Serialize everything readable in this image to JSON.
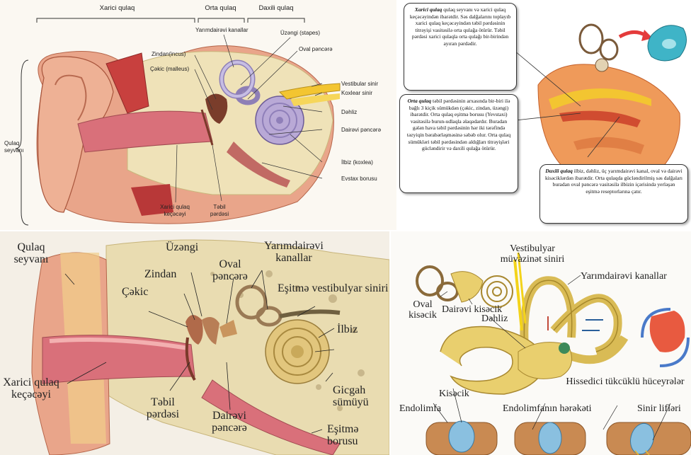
{
  "top_left": {
    "sections": {
      "outer": "Xarici qulaq",
      "middle": "Orta qulaq",
      "inner": "Daxili qulaq"
    },
    "labels": {
      "auricle": "Qulaq seyvanı",
      "semicircular": "Yarımdairəvi kanallar",
      "stapes": "Üzəngi (stapes)",
      "incus": "Zindan(incus)",
      "malleus": "Çəkic (malleus)",
      "oval_window": "Oval pəncərə",
      "vestibular_nerve": "Vestibular sinir",
      "cochlear_nerve": "Koxlear sinir",
      "vestibule": "Dəhliz",
      "round_window": "Dairəvi pəncərə",
      "cochlea": "İlbiz (koxlea)",
      "eustachian": "Evstax borusu",
      "ear_canal": "Xarici qulaq keçəcəyi",
      "eardrum": "Təbil pərdəsi"
    }
  },
  "top_right": {
    "outer_title": "Xarici qulaq",
    "outer_text": "qulaq seyvanı və xarici qulaq keçəcəyindən ibarətdir. Səs dalğalarını toplayıb xarici qulaq keçəcəyindən təbil pərdəsinin titrəyişi vasitəsilə orta qulağa ötürür. Təbil pərdəsi xarici qulaqla orta qulağı bir-birindən ayıran pərdədir.",
    "middle_title": "Orta qulaq",
    "middle_text": "təbil pərdəsinin arxasında bir-biri ilə bağlı 3 kiçik sümükdən (çəkic, zindan, üzəngi) ibarətdir. Orta qulaq eşitmə borusu (Yevstaxi) vasitəsilə burun-udlaqla əlaqədardır. Buradan gələn hava təbil pərdəsinin hər iki tərəfində təzyiqin bərabərləşməsinə səbəb olur. Orta qulaq sümükləri təbil pərdəsindən aldığları titrəyişləri gücləndirir və daxili qulağa ötürür.",
    "inner_title": "Daxili qulaq",
    "inner_text": "ilbiz, dəhliz, üç yarımdairəvi kanal, oval və dairəvi kisəciklərdən ibarətdir. Orta qulaqda gücləndirilmiş səs dalğaları buradan oval pəncərə vasitəsilə ilbizin içərisində yerləşən eşitmə reseptorlarına çatır."
  },
  "bottom_left": {
    "labels": {
      "auricle": "Qulaq seyvanı",
      "stapes": "Üzəngi",
      "incus": "Zindan",
      "malleus": "Çəkic",
      "oval_window": "Oval pəncərə",
      "semicircular": "Yarımdairəvi kanallar",
      "vestibular_nerve": "Eşitmə vestibulyar siniri",
      "cochlea": "İlbiz",
      "ear_canal": "Xarici qulaq keçəcəyi",
      "eardrum": "Təbil pərdəsi",
      "round_window": "Dairəvi pəncərə",
      "temporal_bone": "Gicgah sümüyü",
      "eustachian": "Eşitmə borusu"
    }
  },
  "bottom_right": {
    "labels": {
      "vestibular_nerve": "Vestibulyar müvazinət siniri",
      "semicircular": "Yarımdairəvi kanallar",
      "oval_sac": "Oval kisəcik",
      "round_sac": "Dairəvi kisəcik",
      "vestibule": "Dəhliz",
      "hair_cells": "Hissedici tükcüklü hüceyrələr",
      "cupula": "Kisəcik",
      "endolymph": "Endolimfa",
      "endolymph_motion": "Endolimfanın hərəkəti",
      "nerve_fibers": "Sinir lifləri"
    }
  },
  "colors": {
    "skin": "#e9a58a",
    "bone": "#efe2b8",
    "canal": "#d9707a",
    "cochlea": "#b9a9d6",
    "nerve": "#f3c531",
    "inner_yellow": "#e9cf6e"
  }
}
